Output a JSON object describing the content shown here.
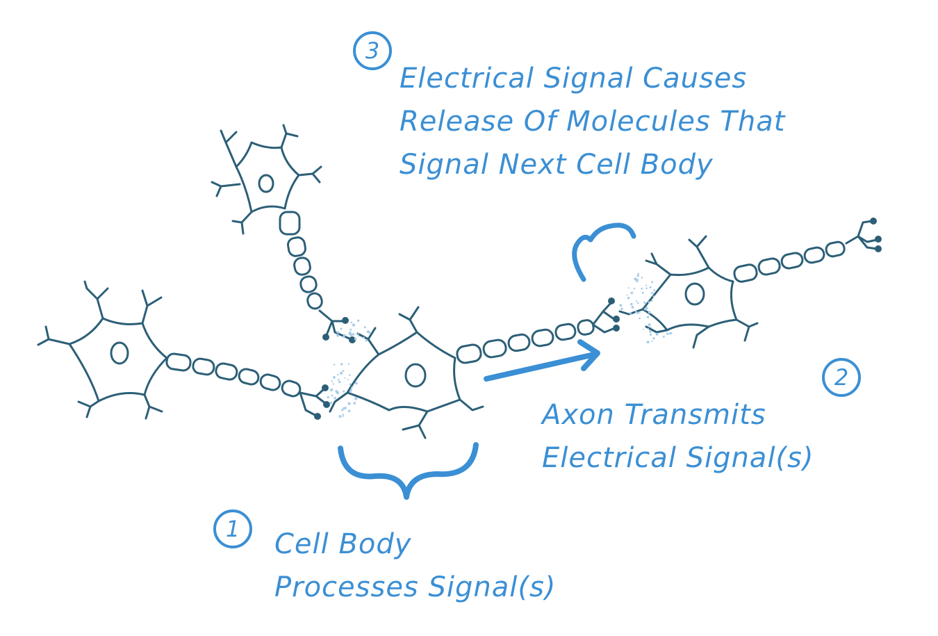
{
  "colors": {
    "neuron_stroke": "#2c5f77",
    "annotation": "#3b8fd4",
    "dots": "#a9cde9"
  },
  "steps": [
    {
      "number": "1",
      "lines": [
        "Cell Body",
        "Processes Signal(s)"
      ]
    },
    {
      "number": "2",
      "lines": [
        "Axon Transmits",
        "Electrical Signal(s)"
      ]
    },
    {
      "number": "3",
      "lines": [
        "Electrical Signal Causes",
        "Release Of Molecules That",
        "Signal Next Cell Body"
      ]
    }
  ]
}
